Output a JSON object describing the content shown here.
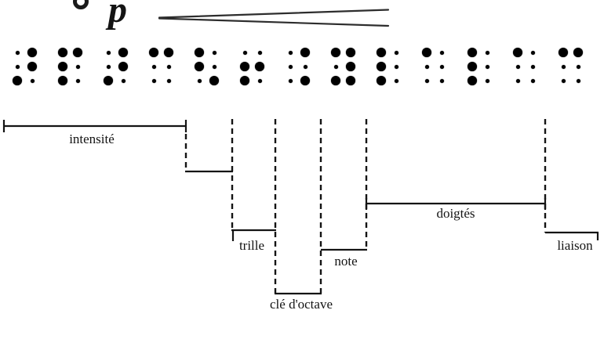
{
  "figure": {
    "music": {
      "dynamic": "p",
      "hairpin_icon": "crescendo-hairpin",
      "clef_fragment_icon": "truncated-glyph"
    },
    "braille": {
      "cells": [
        {
          "dots": [
            3,
            4,
            5
          ]
        },
        {
          "dots": [
            1,
            2,
            3,
            4
          ]
        },
        {
          "dots": [
            3,
            4,
            5
          ]
        },
        {
          "dots": [
            1,
            4
          ]
        },
        {
          "dots": [
            1,
            2,
            6
          ]
        },
        {
          "dots": [
            2,
            3,
            5
          ]
        },
        {
          "dots": [
            4,
            6
          ]
        },
        {
          "dots": [
            1,
            3,
            4,
            5,
            6
          ]
        },
        {
          "dots": [
            1,
            2,
            3
          ]
        },
        {
          "dots": [
            1
          ]
        },
        {
          "dots": [
            1,
            2,
            3
          ]
        },
        {
          "dots": [
            1
          ]
        },
        {
          "dots": [
            1,
            4
          ]
        }
      ]
    },
    "labels": {
      "intensity": "intensité",
      "trill": "trille",
      "octave_clef": "clé d'octave",
      "note": "note",
      "fingering": "doigtés",
      "slur": "liaison"
    },
    "colors": {
      "ink": "#141414",
      "background": "#ffffff"
    }
  }
}
